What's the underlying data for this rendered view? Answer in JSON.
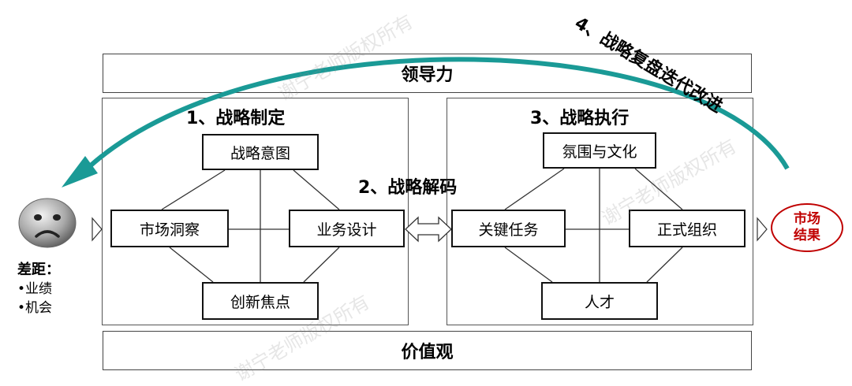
{
  "top_band": "领导力",
  "bottom_band": "价值观",
  "left_panel": {
    "heading": "1、战略制定",
    "nodes": {
      "top": "战略意图",
      "left": "市场洞察",
      "right": "业务设计",
      "bottom": "创新焦点"
    }
  },
  "right_panel": {
    "heading": "3、战略执行",
    "nodes": {
      "top": "氛围与文化",
      "left": "关键任务",
      "right": "正式组织",
      "bottom": "人才"
    }
  },
  "decode_label": "2、战略解码",
  "cycle_label": "4、战略复盘迭代改进",
  "gap": {
    "title": "差距：",
    "items": [
      "•业绩",
      "•机会"
    ]
  },
  "market_result": {
    "line1": "市场",
    "line2": "结果"
  },
  "watermark": "谢宁老师版权所有",
  "colors": {
    "arc": "#1a9a96",
    "market_red": "#c00000"
  },
  "icons": {
    "gap_face": "sad-face-icon",
    "decode_arrow": "double-arrow-icon"
  }
}
